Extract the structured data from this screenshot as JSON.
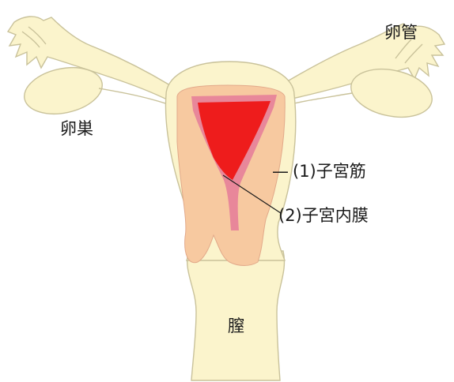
{
  "labels": {
    "oviduct": "卵管",
    "ovary": "卵巣",
    "myometrium": "(1)子宮筋",
    "endometrium": "(2)子宮内膜",
    "vagina": "膣",
    "dash": "—"
  },
  "colors": {
    "cream": "#fbf4cc",
    "muscle": "#f7c9a0",
    "lining": "#e8879a",
    "cavity": "#ee1c1c",
    "outline": "#c9c29a"
  }
}
